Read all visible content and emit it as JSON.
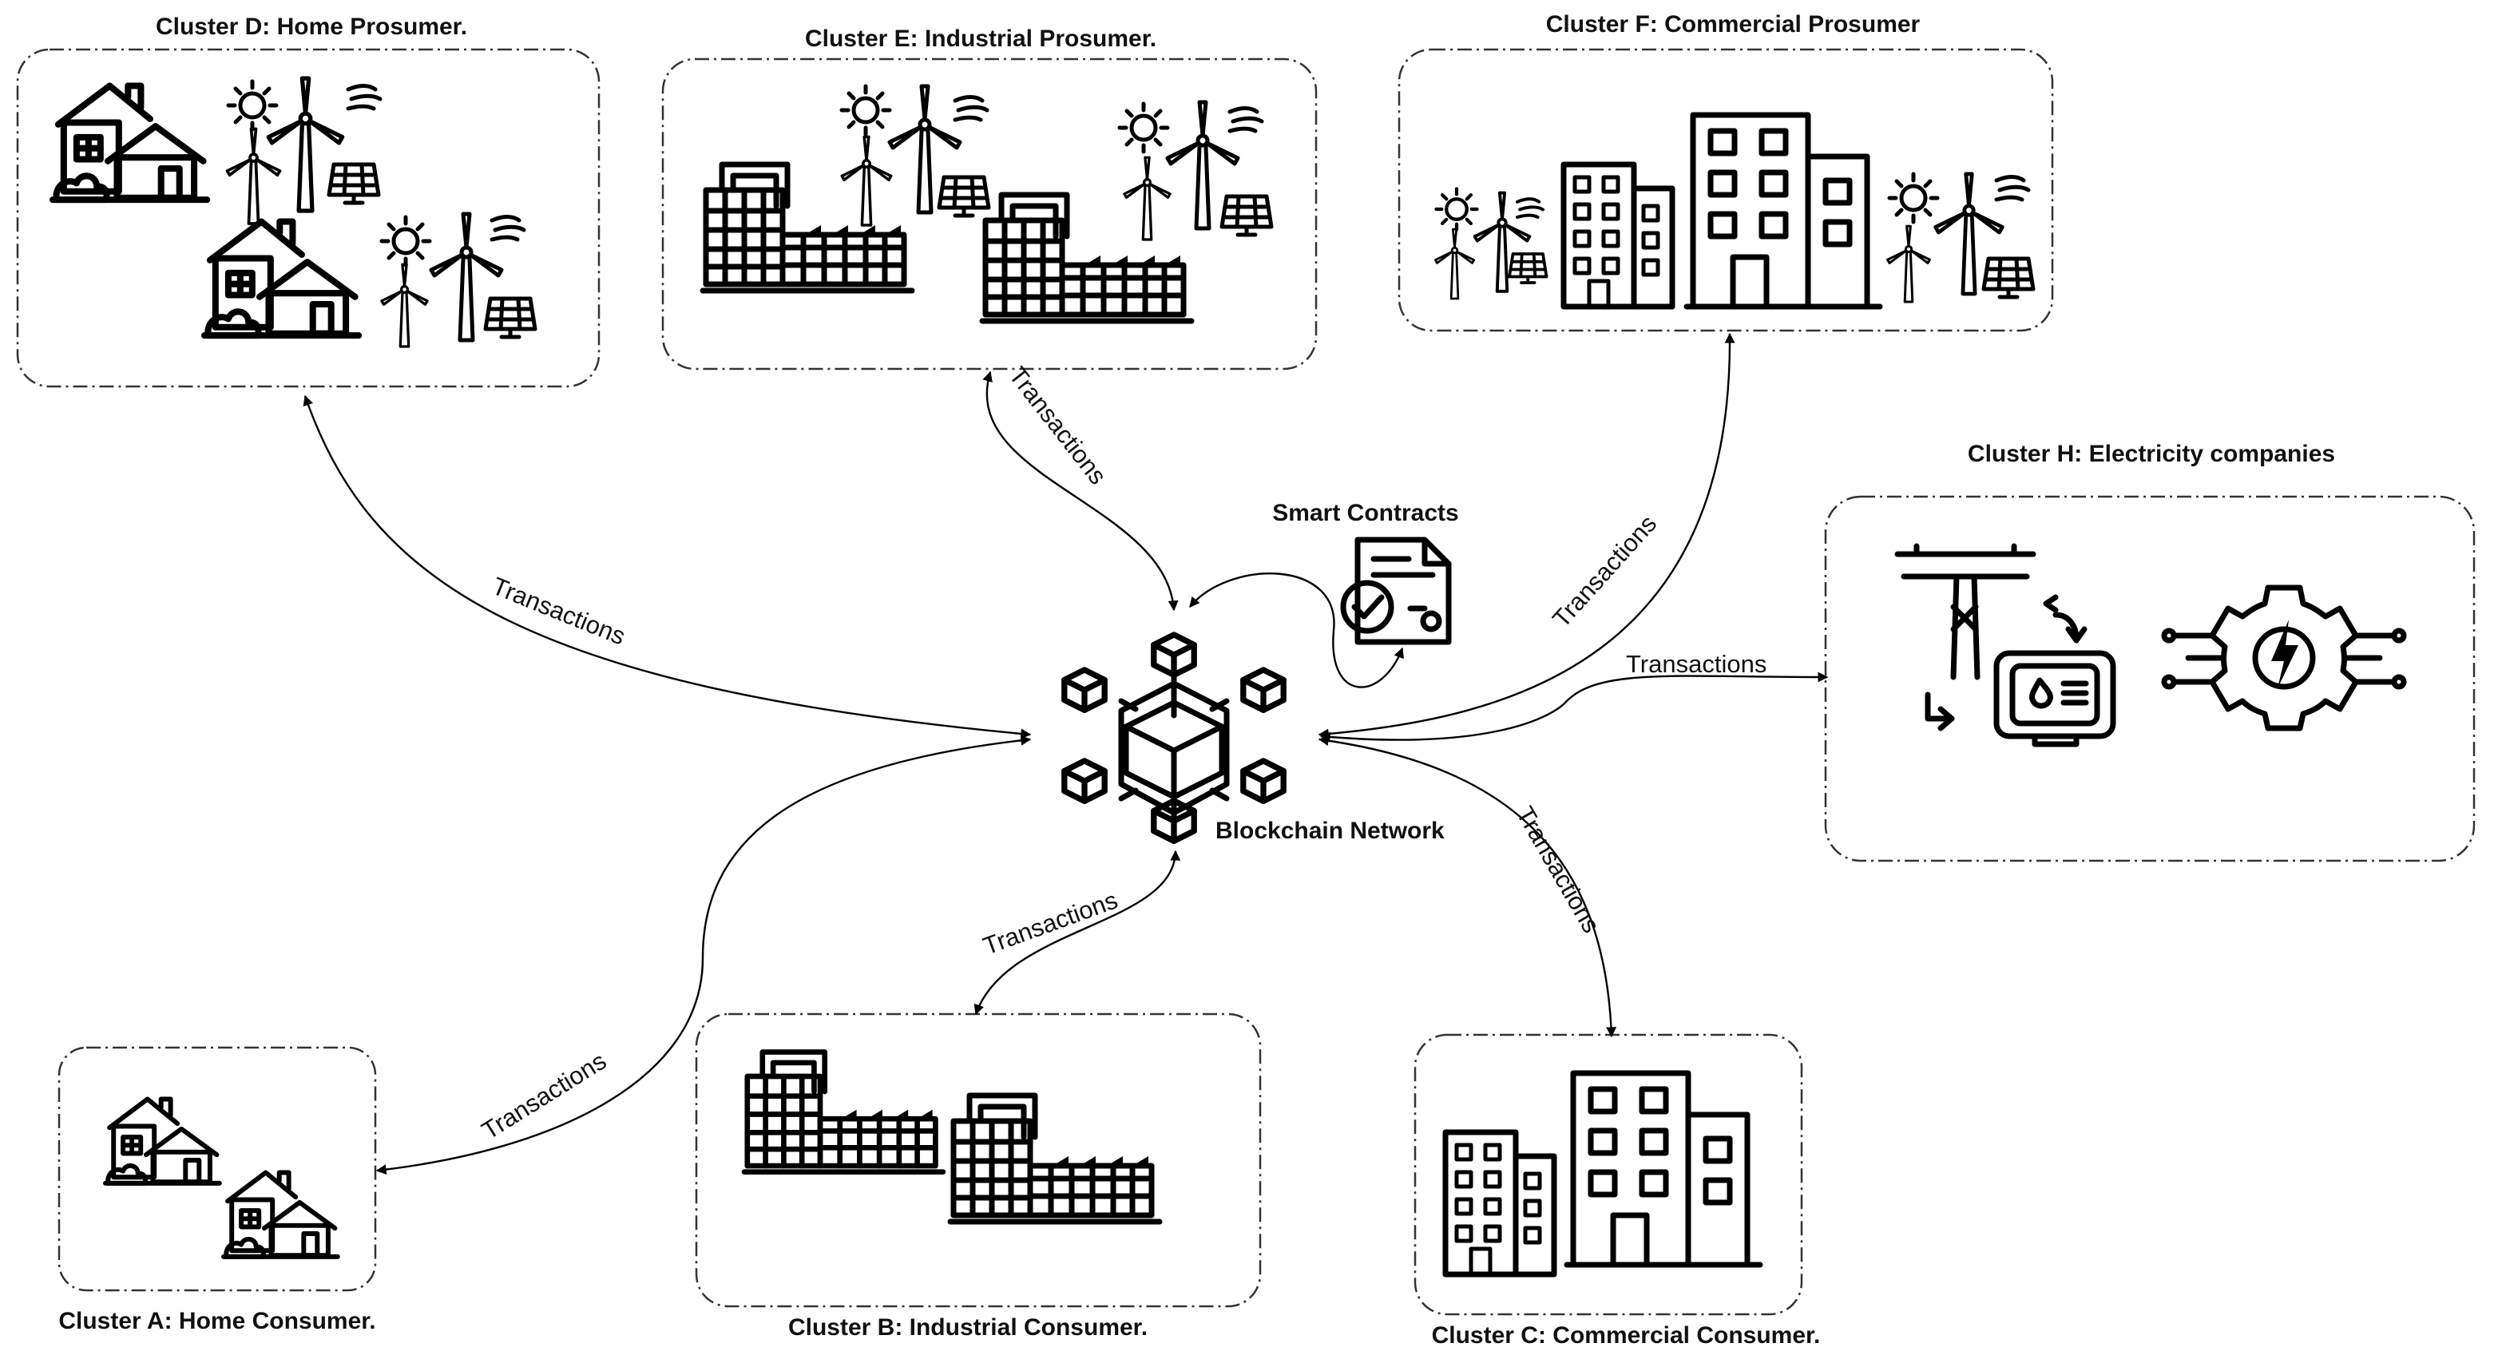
{
  "clusters": {
    "a": {
      "title": "Cluster A: Home Consumer."
    },
    "b": {
      "title": "Cluster B: Industrial Consumer."
    },
    "c": {
      "title": "Cluster C: Commercial Consumer."
    },
    "d": {
      "title": "Cluster D: Home Prosumer."
    },
    "e": {
      "title": "Cluster E: Industrial Prosumer."
    },
    "f": {
      "title": "Cluster F: Commercial  Prosumer"
    },
    "h": {
      "title": "Cluster H: Electricity companies"
    }
  },
  "center": {
    "network_label": "Blockchain Network",
    "contracts_label": "Smart Contracts"
  },
  "links": {
    "d": "Transactions",
    "e": "Transactions",
    "f": "Transactions",
    "h": "Transactions",
    "c": "Transactions",
    "b": "Transactions",
    "a": "Transactions"
  },
  "colors": {
    "stroke": "#000000",
    "background": "#ffffff"
  }
}
